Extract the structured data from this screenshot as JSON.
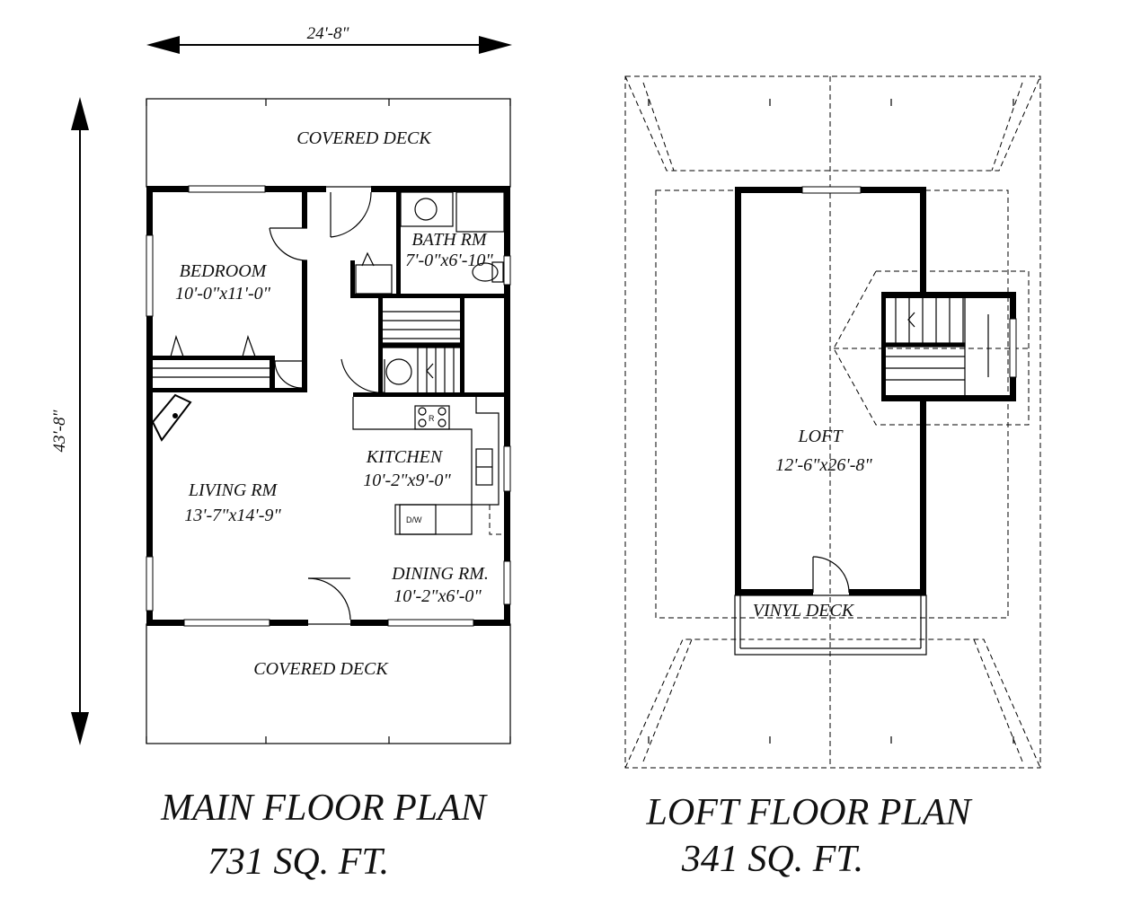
{
  "dimensions": {
    "width": "24'-8\"",
    "depth": "43'-8\""
  },
  "main_floor": {
    "title": "MAIN FLOOR PLAN",
    "area": "731 SQ. FT.",
    "rooms": {
      "covered_deck_top": {
        "name": "COVERED DECK"
      },
      "bedroom": {
        "name": "BEDROOM",
        "size": "10'-0\"x11'-0\""
      },
      "bath": {
        "name": "BATH RM",
        "size": "7'-0\"x6'-10\""
      },
      "kitchen": {
        "name": "KITCHEN",
        "size": "10'-2\"x9'-0\""
      },
      "living": {
        "name": "LIVING RM",
        "size": "13'-7\"x14'-9\""
      },
      "dining": {
        "name": "DINING RM.",
        "size": "10'-2\"x6'-0\""
      },
      "covered_deck_bottom": {
        "name": "COVERED DECK"
      }
    },
    "fixtures": {
      "range": "R",
      "dishwasher": "D/W"
    }
  },
  "loft_floor": {
    "title": "LOFT FLOOR PLAN",
    "area": "341 SQ. FT.",
    "rooms": {
      "loft": {
        "name": "LOFT",
        "size": "12'-6\"x26'-8\""
      },
      "vinyl_deck": {
        "name": "VINYL DECK"
      }
    }
  }
}
